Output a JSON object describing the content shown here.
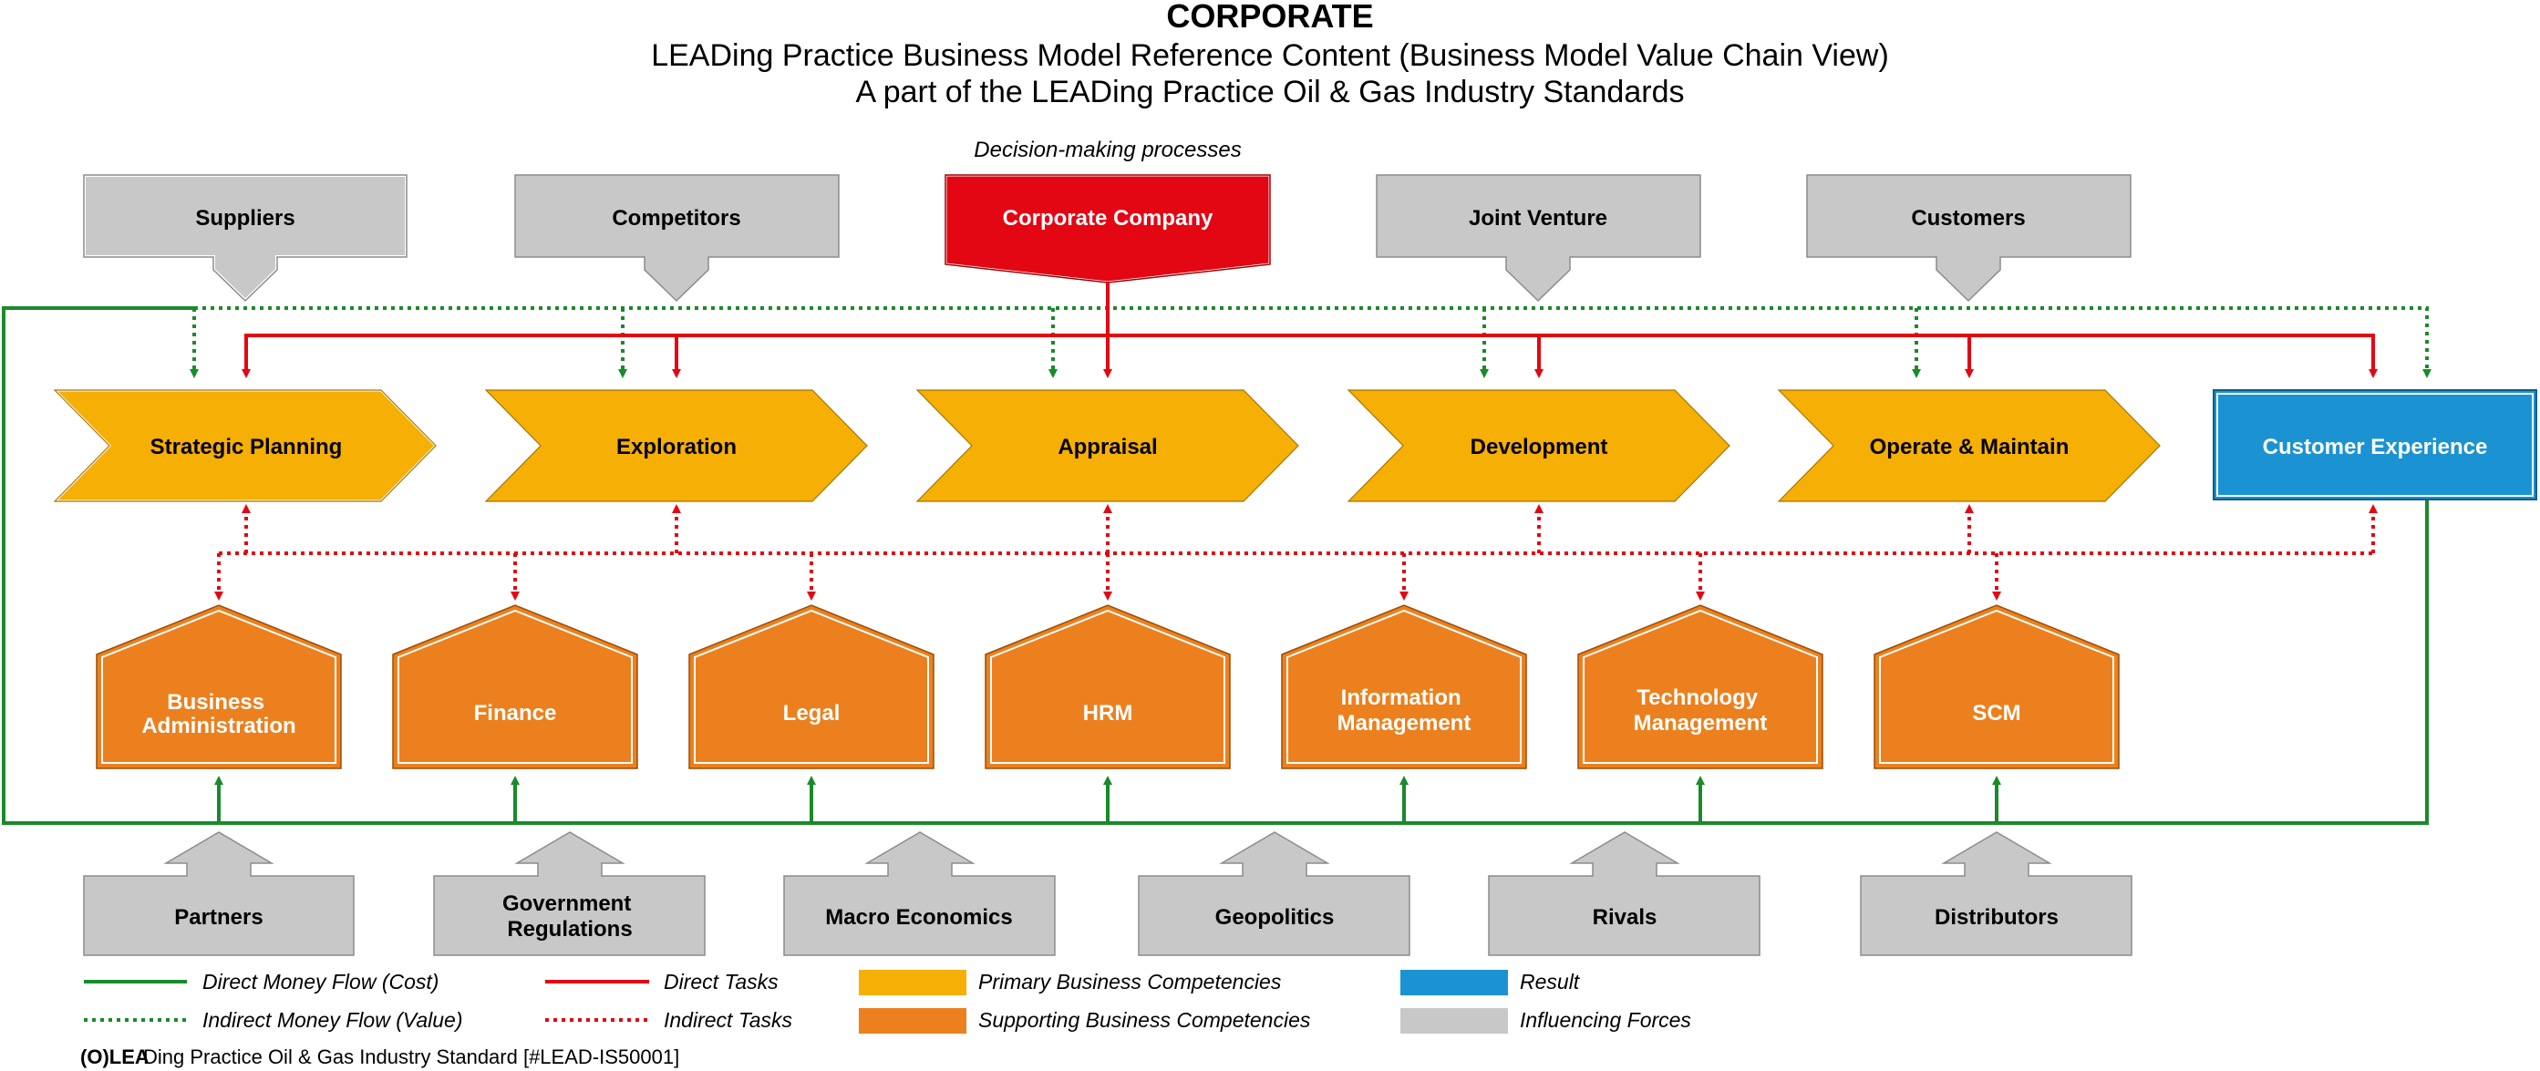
{
  "header": {
    "title": "CORPORATE",
    "subtitle_1": "LEADing Practice Business Model Reference Content (Business Model Value Chain View)",
    "subtitle_2": "A part of the LEADing Practice Oil & Gas Industry Standards"
  },
  "decision_label": "Decision-making processes",
  "top_forces": [
    {
      "label": "Suppliers"
    },
    {
      "label": "Competitors"
    },
    {
      "label": "Joint Venture"
    },
    {
      "label": "Customers"
    }
  ],
  "corporate_company": {
    "label": "Corporate Company"
  },
  "primary_chain": [
    {
      "label": "Strategic Planning"
    },
    {
      "label": "Exploration"
    },
    {
      "label": "Appraisal"
    },
    {
      "label": "Development"
    },
    {
      "label": "Operate & Maintain"
    }
  ],
  "result": {
    "label": "Customer Experience"
  },
  "supporting": [
    {
      "line1": "Business",
      "line2": "Administration"
    },
    {
      "line1": "Finance",
      "line2": ""
    },
    {
      "line1": "Legal",
      "line2": ""
    },
    {
      "line1": "HRM",
      "line2": ""
    },
    {
      "line1": "Information",
      "line2": "Management"
    },
    {
      "line1": "Technology",
      "line2": "Management"
    },
    {
      "line1": "SCM",
      "line2": ""
    }
  ],
  "bottom_forces": [
    {
      "line1": "Partners",
      "line2": ""
    },
    {
      "line1": "Government",
      "line2": "Regulations"
    },
    {
      "line1": "Macro Economics",
      "line2": ""
    },
    {
      "line1": "Geopolitics",
      "line2": ""
    },
    {
      "line1": "Rivals",
      "line2": ""
    },
    {
      "line1": "Distributors",
      "line2": ""
    }
  ],
  "legend": {
    "direct_money": "Direct Money Flow (Cost)",
    "indirect_money": "Indirect Money Flow (Value)",
    "direct_tasks": "Direct Tasks",
    "indirect_tasks": "Indirect Tasks",
    "primary": "Primary Business Competencies",
    "supporting": "Supporting Business Competencies",
    "result": "Result",
    "influencing": "Influencing Forces"
  },
  "footer": {
    "logo_text": "(O)LEA",
    "text": "Ding Practice Oil & Gas Industry Standard [#LEAD-IS50001]"
  },
  "colors": {
    "primary": "#F5AF05",
    "supporting": "#EC801E",
    "result": "#1B93D2",
    "corporate": "#E30613",
    "force": "#C8C8C8",
    "money": "#1A8A2A",
    "tasks": "#E30613"
  }
}
